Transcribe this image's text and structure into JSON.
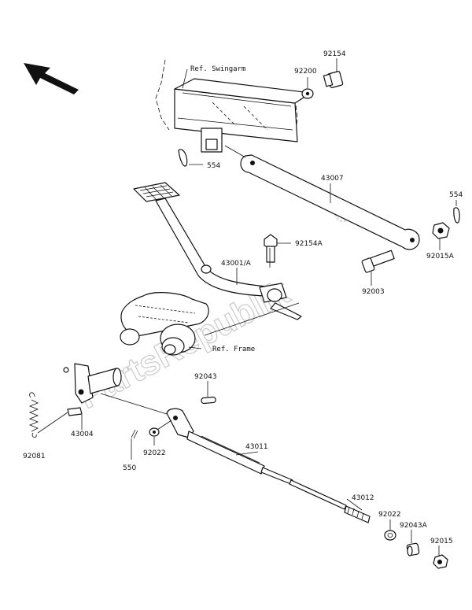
{
  "watermark": "PartsRepublik",
  "references": {
    "swingarm": "Ref. Swingarm",
    "frame": "Ref. Frame"
  },
  "parts": {
    "p92154": "92154",
    "p92200": "92200",
    "p554_top": "554",
    "p43007": "43007",
    "p554_right": "554",
    "p92015A": "92015A",
    "p92154A": "92154A",
    "p43001A": "43001/A",
    "p92003": "92003",
    "p92043": "92043",
    "p43004": "43004",
    "p92081": "92081",
    "p92022_left": "92022",
    "p550": "550",
    "p43011": "43011",
    "p43012": "43012",
    "p92022_right": "92022",
    "p92043A": "92043A",
    "p92015": "92015"
  }
}
